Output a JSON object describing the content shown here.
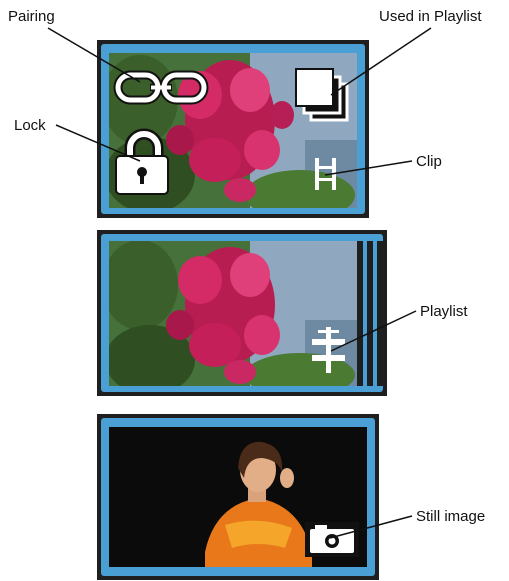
{
  "labels": {
    "pairing": "Pairing",
    "used_in_playlist": "Used in Playlist",
    "lock": "Lock",
    "clip": "Clip",
    "playlist": "Playlist",
    "still_image": "Still image"
  },
  "colors": {
    "frame_border": "#4a9fd4",
    "frame_outer": "#1f1f1f",
    "icon_white": "#ffffff",
    "flower_magenta": "#cc1f5a",
    "foliage_green": "#3f6b2c",
    "sky_blue": "#8fa8bf",
    "dress_orange": "#e8781a"
  },
  "icons": [
    "pairing-icon",
    "used-in-playlist-icon",
    "lock-icon",
    "clip-icon",
    "playlist-icon",
    "still-image-icon"
  ]
}
